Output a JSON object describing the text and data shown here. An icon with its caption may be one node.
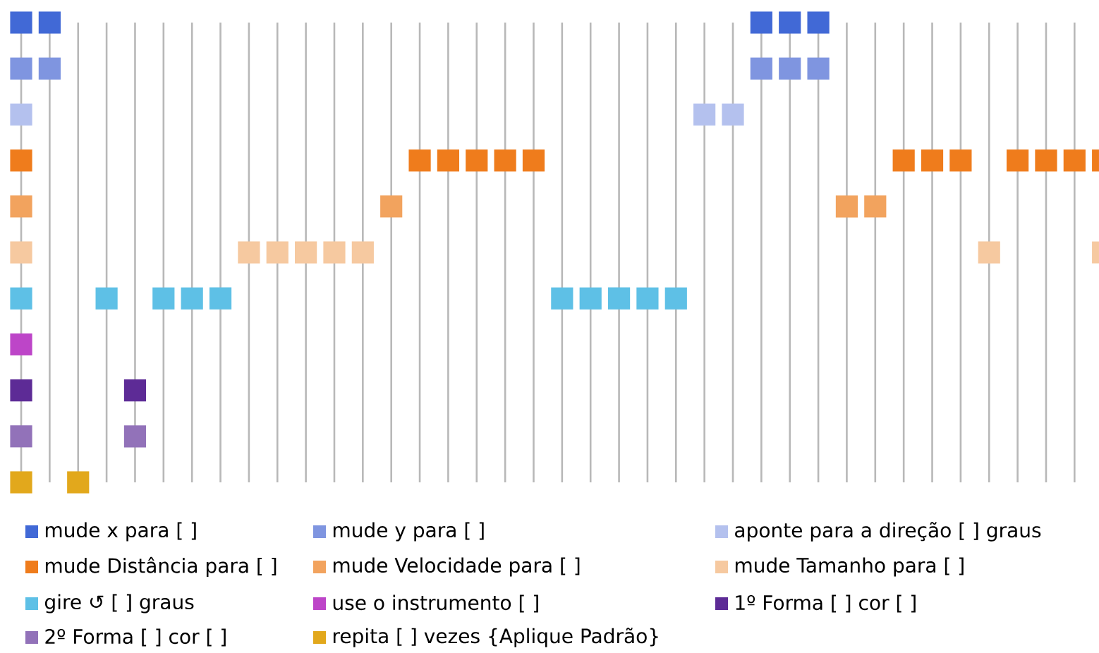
{
  "diagram": {
    "legend": [
      {
        "text": "mude x para [ ]",
        "color": "#4169d6"
      },
      {
        "text": "mude y para [ ]",
        "color": "#7f95e0"
      },
      {
        "text": "aponte para a direção [ ] graus",
        "color": "#b4c1ee"
      },
      {
        "text": "mude Distância para [ ]",
        "color": "#ef7c1c"
      },
      {
        "text": "mude Velocidade para [ ]",
        "color": "#f2a35e"
      },
      {
        "text": "mude Tamanho para [ ]",
        "color": "#f6c9a0"
      },
      {
        "text": "gire ↺ [ ] graus",
        "color": "#5ec0e6"
      },
      {
        "text": "use o instrumento [ ]",
        "color": "#bd45c8"
      },
      {
        "text": "1º Forma [ ] cor [ ]",
        "color": "#5d2b96"
      },
      {
        "text": "2º Forma [ ] cor [ ]",
        "color": "#9272b9"
      },
      {
        "text": "repita [ ] vezes {Aplique Padrão}",
        "color": "#e2a81c"
      }
    ]
  }
}
